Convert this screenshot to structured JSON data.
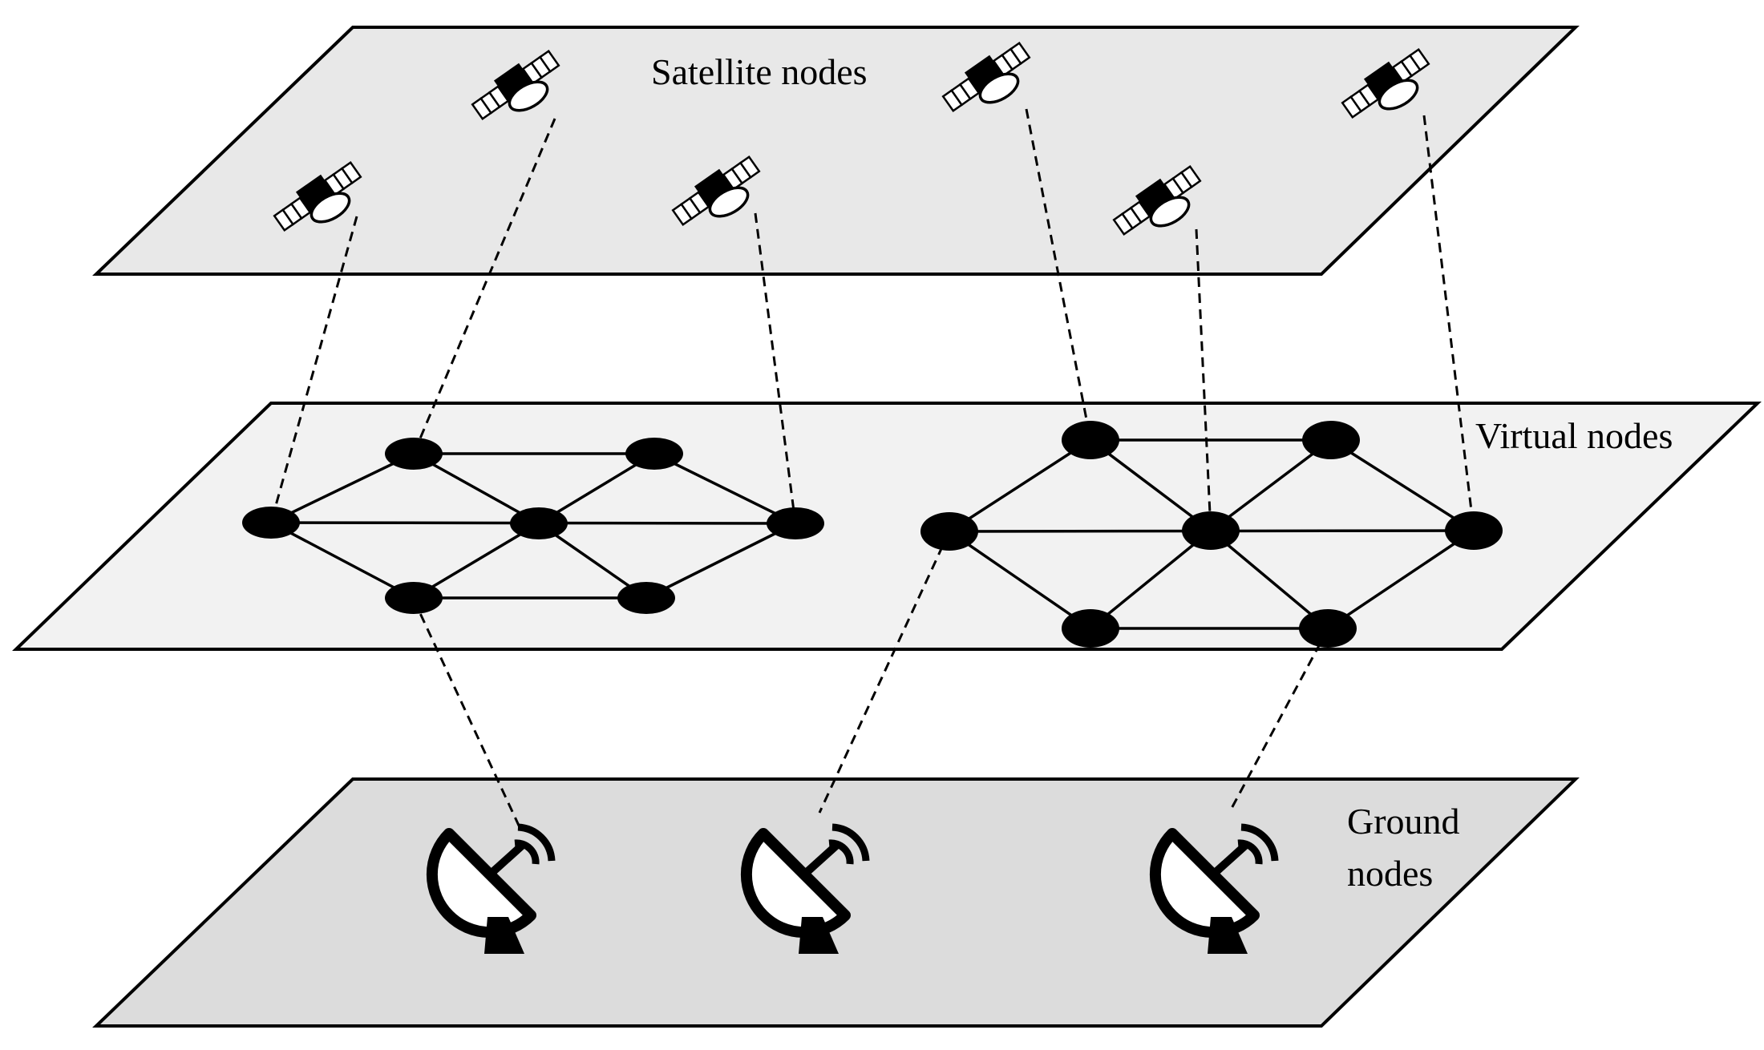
{
  "layers": {
    "satellite": {
      "label": "Satellite nodes"
    },
    "virtual": {
      "label": "Virtual nodes"
    },
    "ground": {
      "label": "Ground\nnodes"
    }
  },
  "colors": {
    "satellite_plane": "#e8e8e8",
    "virtual_plane": "#f2f2f2",
    "ground_plane": "#dcdcdc",
    "stroke": "#000000",
    "node": "#000000"
  },
  "icons": {
    "satellite": "satellite-icon",
    "ground": "satellite-dish-icon",
    "virtual": "node-dot"
  }
}
